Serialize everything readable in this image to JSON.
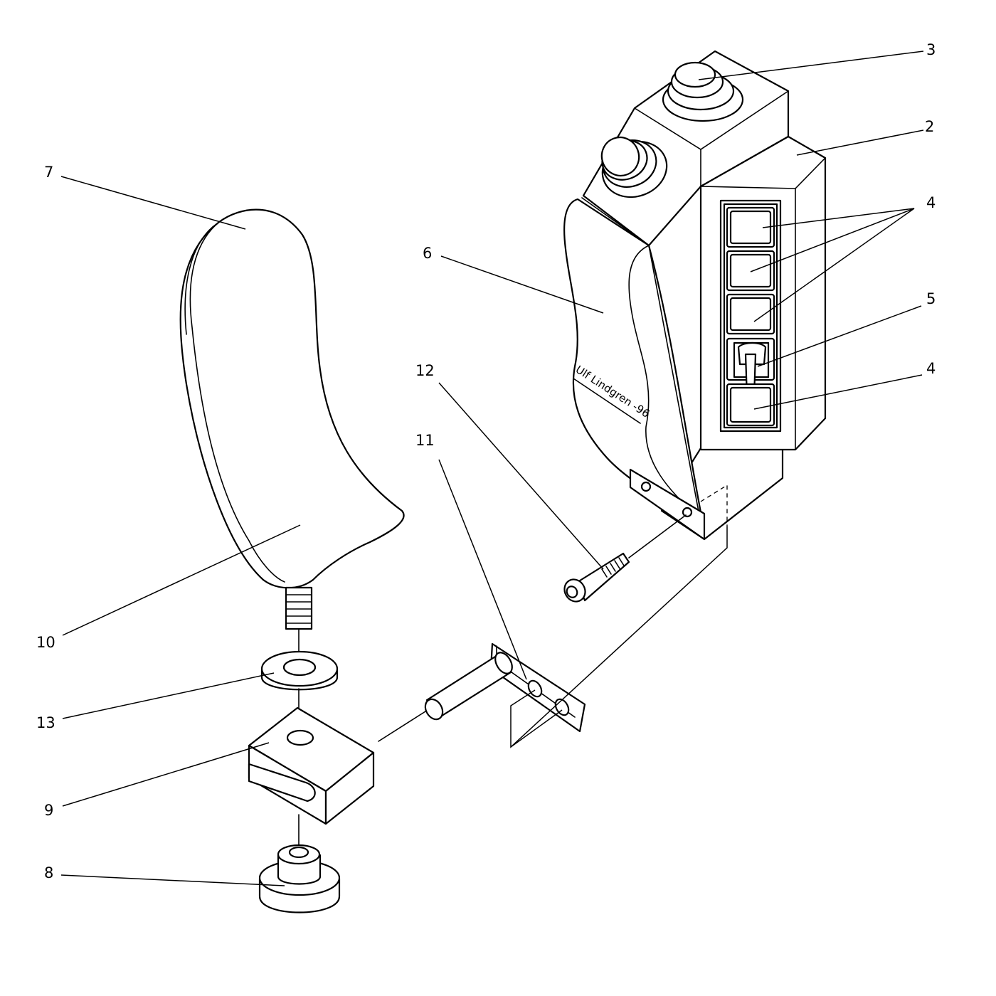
{
  "figure": {
    "signature_text": "Ulf Lindgren -96",
    "callouts": {
      "c2": "2",
      "c3": "3",
      "c4a": "4",
      "c4b": "4",
      "c5": "5",
      "c6": "6",
      "c7": "7",
      "c8": "8",
      "c9": "9",
      "c10": "10",
      "c11": "11",
      "c12": "12",
      "c13": "13"
    }
  }
}
